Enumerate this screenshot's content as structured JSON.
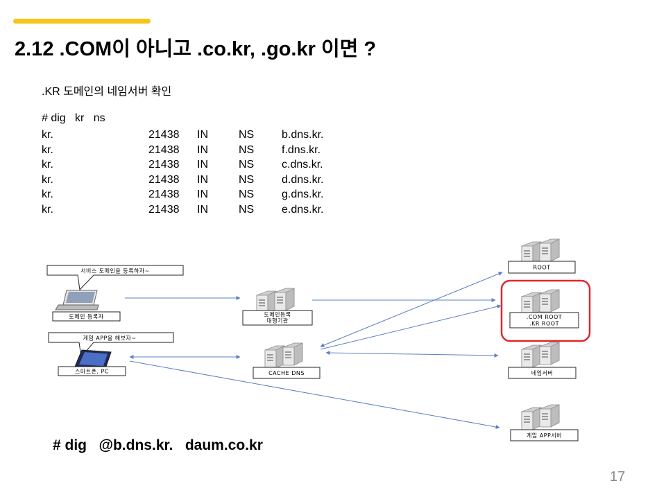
{
  "slide": {
    "title": "2.12 .COM이 아니고 .co.kr, .go.kr 이면 ?",
    "subtitle": ".KR 도메인의 네임서버 확인",
    "command": "# dig   kr   ns",
    "records": [
      [
        "kr.",
        "21438",
        "IN",
        "NS",
        "b.dns.kr."
      ],
      [
        "kr.",
        "21438",
        "IN",
        "NS",
        "f.dns.kr."
      ],
      [
        "kr.",
        "21438",
        "IN",
        "NS",
        "c.dns.kr."
      ],
      [
        "kr.",
        "21438",
        "IN",
        "NS",
        "d.dns.kr."
      ],
      [
        "kr.",
        "21438",
        "IN",
        "NS",
        "g.dns.kr."
      ],
      [
        "kr.",
        "21438",
        "IN",
        "NS",
        "e.dns.kr."
      ]
    ],
    "bottom_command": "# dig   @b.dns.kr.   daum.co.kr",
    "page_number": "17"
  },
  "diagram": {
    "callouts": {
      "service_register": "서비스 도메인을 등록하자~",
      "game_app": "게임 APP을 해보자~"
    },
    "labels": {
      "domain_registrant": "도메인 등록자",
      "smartphone_pc": "스마트폰, PC",
      "registrar_line1": "도메인등록",
      "registrar_line2": "대행기관",
      "cache_dns": "CACHE DNS",
      "root": "ROOT",
      "com_root_line1": ".COM ROOT",
      "com_root_line2": ".KR ROOT",
      "name_server": "네임서버",
      "game_app_server": "게임 APP서버"
    },
    "colors": {
      "arrow": "#5b7fc2",
      "highlight": "#e0262a",
      "accent": "#f5c518"
    }
  }
}
